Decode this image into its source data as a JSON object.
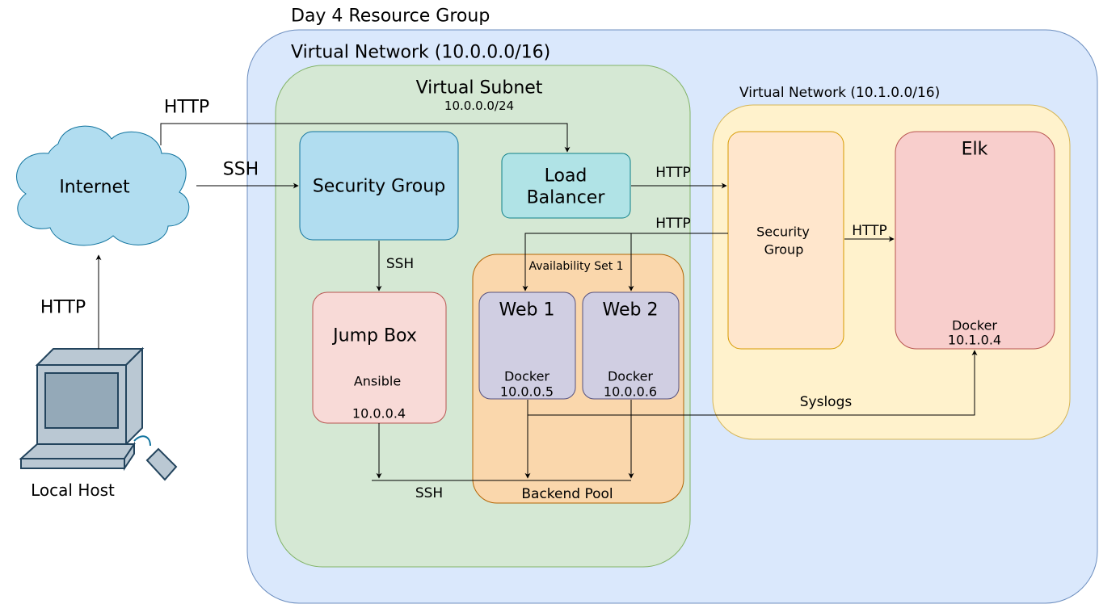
{
  "resource_group": {
    "title": "Day 4 Resource Group"
  },
  "vnet_main": {
    "title": "Virtual Network (10.0.0.0/16)"
  },
  "subnet": {
    "title": "Virtual Subnet",
    "cidr": "10.0.0.0/24"
  },
  "security_group_main": {
    "label": "Security Group"
  },
  "load_balancer": {
    "line1": "Load",
    "line2": "Balancer"
  },
  "jump_box": {
    "title": "Jump Box",
    "software": "Ansible",
    "ip": "10.0.0.4"
  },
  "availability_set": {
    "title": "Availability Set 1",
    "pool": "Backend Pool"
  },
  "web1": {
    "title": "Web 1",
    "software": "Docker",
    "ip": "10.0.0.5"
  },
  "web2": {
    "title": "Web 2",
    "software": "Docker",
    "ip": "10.0.0.6"
  },
  "vnet_elk": {
    "title": "Virtual Network (10.1.0.0/16)"
  },
  "security_group_elk": {
    "line1": "Security",
    "line2": "Group"
  },
  "elk": {
    "title": "Elk",
    "software": "Docker",
    "ip": "10.1.0.4"
  },
  "internet": {
    "label": "Internet"
  },
  "local_host": {
    "label": "Local Host"
  },
  "edges": {
    "internet_to_lb": "HTTP",
    "internet_to_sg": "SSH",
    "localhost_to_internet": "HTTP",
    "sg_to_jumpbox": "SSH",
    "lb_to_elk_sg": "HTTP",
    "elk_sg_to_webs": "HTTP",
    "elk_sg_to_elk": "HTTP",
    "webs_to_elk_syslogs": "Syslogs",
    "jumpbox_to_webs": "SSH"
  },
  "colors": {
    "resource_group_fill": "#dae8fc",
    "resource_group_stroke": "#6c8ebf",
    "subnet_fill": "#d5e8d4",
    "subnet_stroke": "#82b366",
    "security_group_fill": "#b1ddf0",
    "security_group_stroke": "#10739e",
    "load_balancer_fill": "#b0e3e6",
    "load_balancer_stroke": "#0e8088",
    "jump_box_fill": "#f8dad7",
    "jump_box_stroke": "#b85450",
    "availability_set_fill": "#fad7ac",
    "availability_set_stroke": "#b46504",
    "web_fill": "#d0cee2",
    "web_stroke": "#56517e",
    "vnet_elk_fill": "#fff2cc",
    "vnet_elk_stroke": "#d6b656",
    "elk_sg_fill": "#ffe6cc",
    "elk_sg_stroke": "#d79b00",
    "elk_fill": "#f8cecc",
    "elk_stroke": "#b85450",
    "cloud_fill": "#b1ddf0",
    "cloud_stroke": "#10739e",
    "computer_fill": "#bac8d3",
    "computer_stroke": "#23445d"
  },
  "icons": [
    "cloud-icon",
    "desktop-computer-icon"
  ]
}
